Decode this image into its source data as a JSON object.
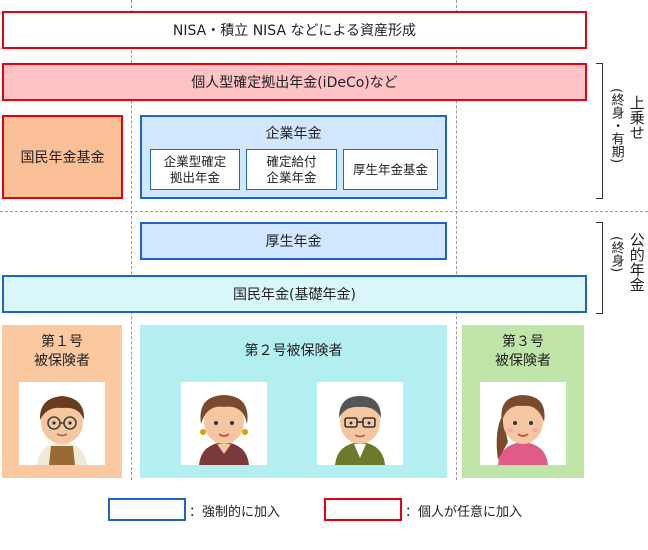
{
  "layer_nisa": "NISA・積立 NISA などによる資産形成",
  "layer_ideco": "個人型確定拠出年金(iDeCo)など",
  "kokumin_nenkin_kikin": "国民年金基金",
  "kigyo_nenkin": {
    "title": "企業年金",
    "items": [
      {
        "line1": "企業型確定",
        "line2": "拠出年金"
      },
      {
        "line1": "確定給付",
        "line2": "企業年金"
      },
      {
        "line1": "厚生年金基金",
        "line2": ""
      }
    ]
  },
  "kosei_nenkin": "厚生年金",
  "kokumin_nenkin": "国民年金(基礎年金)",
  "side_upper": {
    "main": "上乗せ",
    "sub": "(終身・有期)"
  },
  "side_public": {
    "main": "公的年金",
    "sub": "(終身)"
  },
  "insured": [
    {
      "line1": "第１号",
      "line2": "被保険者",
      "color": "#fbc8a0"
    },
    {
      "line1": "第２号被保険者",
      "line2": "",
      "color": "#b3eef0"
    },
    {
      "line1": "第３号",
      "line2": "被保険者",
      "color": "#bfe6a8"
    }
  ],
  "legend": {
    "mandatory": "：強制的に加入",
    "optional": "：個人が任意に加入",
    "colors": {
      "mandatory": "#1f64c8",
      "optional": "#e60012"
    }
  },
  "icons": [
    "man-apron-icon",
    "woman-earrings-icon",
    "man-glasses-icon",
    "woman-pink-icon"
  ]
}
